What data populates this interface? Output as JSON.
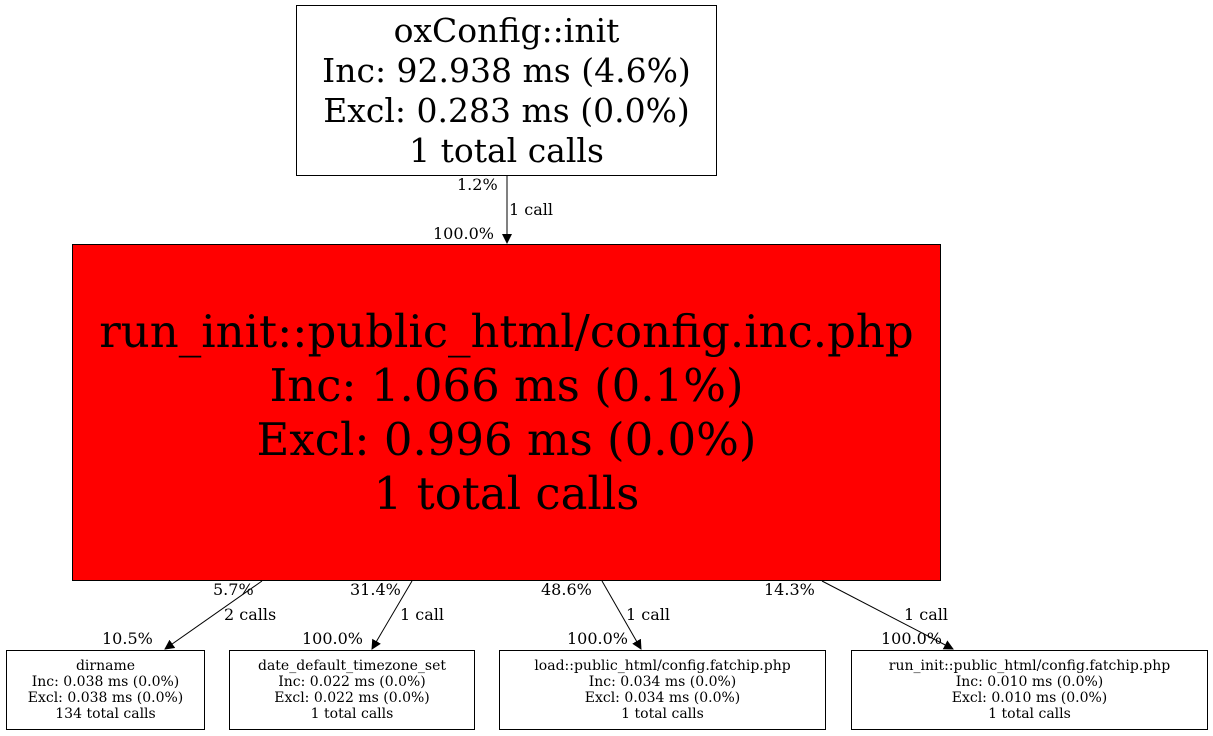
{
  "nodes": {
    "root": {
      "name": "oxConfig::init",
      "inc": "Inc: 92.938 ms (4.6%)",
      "excl": "Excl: 0.283 ms (0.0%)",
      "calls": "1 total calls"
    },
    "main": {
      "name": "run_init::public_html/config.inc.php",
      "inc": "Inc: 1.066 ms (0.1%)",
      "excl": "Excl: 0.996 ms (0.0%)",
      "calls": "1 total calls",
      "fill": "#ff0000"
    },
    "dirname": {
      "name": "dirname",
      "inc": "Inc: 0.038 ms (0.0%)",
      "excl": "Excl: 0.038 ms (0.0%)",
      "calls": "134 total calls"
    },
    "date_tz": {
      "name": "date_default_timezone_set",
      "inc": "Inc: 0.022 ms (0.0%)",
      "excl": "Excl: 0.022 ms (0.0%)",
      "calls": "1 total calls"
    },
    "load_fatchip": {
      "name": "load::public_html/config.fatchip.php",
      "inc": "Inc: 0.034 ms (0.0%)",
      "excl": "Excl: 0.034 ms (0.0%)",
      "calls": "1 total calls"
    },
    "run_fatchip": {
      "name": "run_init::public_html/config.fatchip.php",
      "inc": "Inc: 0.010 ms (0.0%)",
      "excl": "Excl: 0.010 ms (0.0%)",
      "calls": "1 total calls"
    }
  },
  "edges": {
    "root_main": {
      "tail_pct": "1.2%",
      "calls": "1 call",
      "head_pct": "100.0%"
    },
    "main_dirname": {
      "tail_pct": "5.7%",
      "calls": "2 calls",
      "head_pct": "10.5%"
    },
    "main_date_tz": {
      "tail_pct": "31.4%",
      "calls": "1 call",
      "head_pct": "100.0%"
    },
    "main_load_fatchip": {
      "tail_pct": "48.6%",
      "calls": "1 call",
      "head_pct": "100.0%"
    },
    "main_run_fatchip": {
      "tail_pct": "14.3%",
      "calls": "1 call",
      "head_pct": "100.0%"
    }
  }
}
